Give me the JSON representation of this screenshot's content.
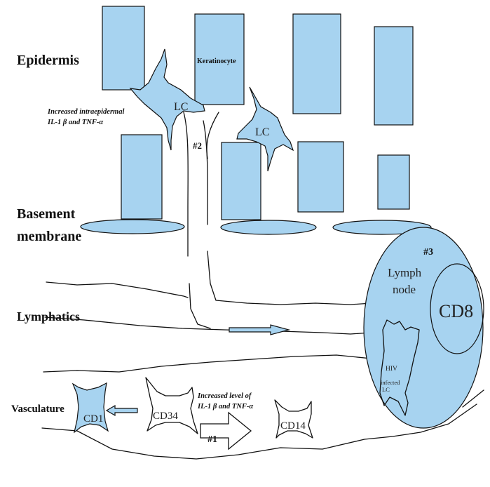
{
  "layers": {
    "epidermis": "Epidermis",
    "basement_line1": "Basement",
    "basement_line2": "membrane",
    "lymphatics": "Lymphatics",
    "vasculature": "Vasculature"
  },
  "cells": {
    "keratinocyte": "Keratinocyte",
    "lc_left": "LC",
    "lc_right": "LC",
    "cd1": "CD1",
    "cd34": "CD34",
    "cd14": "CD14",
    "cd8": "CD8"
  },
  "annotations": {
    "epidermal_line1": "Increased intraepidermal",
    "epidermal_line2": "IL-1 β and TNF-α",
    "vascular_line1": "Increased level of",
    "vascular_line2": "IL-1 β and TNF-α",
    "step1": "#1",
    "step2": "#2",
    "step3": "#3"
  },
  "lymph_node": {
    "line1": "Lymph",
    "line2": "node",
    "hiv_line1": "HIV",
    "hiv_line2": "infected",
    "hiv_line3": "LC"
  },
  "colors": {
    "cell_fill": "#a7d3f0",
    "outline": "#111111",
    "background": "#ffffff"
  }
}
